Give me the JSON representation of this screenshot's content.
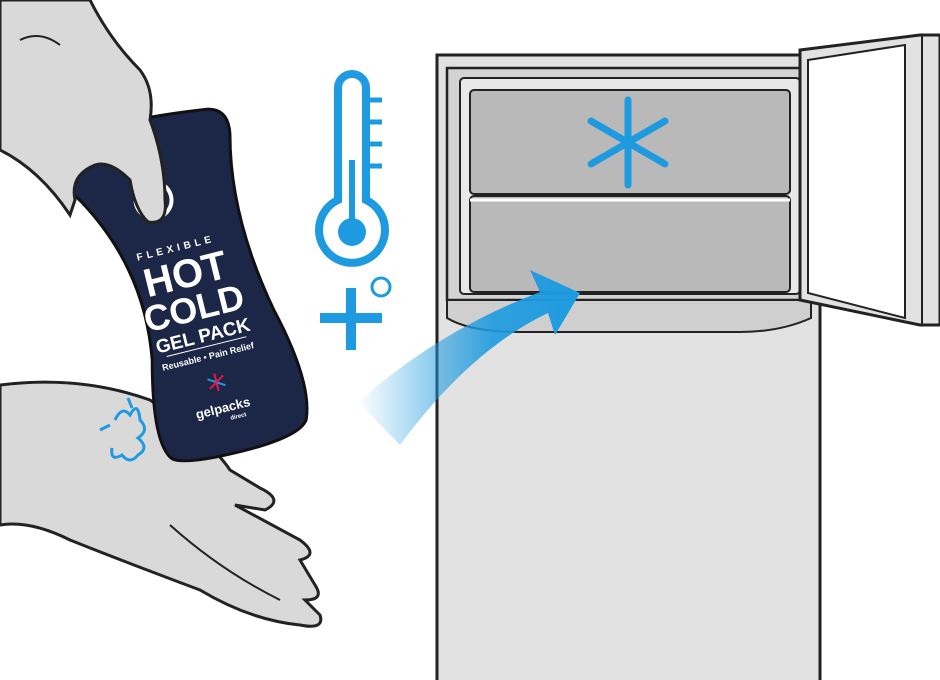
{
  "illustration": {
    "gel_pack": {
      "line1": "FLEXIBLE",
      "line2": "HOT",
      "line3": "COLD",
      "line4": "GEL PACK",
      "tagline": "Reusable • Pain Relief",
      "brand": "gelpacks",
      "brand_sub": "direct"
    },
    "icons": [
      "thermometer-icon",
      "plus-icon",
      "degree-icon",
      "snowflake-icon",
      "arrow-icon",
      "pain-burst-icon"
    ],
    "colors": {
      "accent_blue": "#1e9be0",
      "pack_navy": "#1c2747",
      "fridge_gray": "#e2e2e2",
      "freezer_gray": "#b9b9b9",
      "skin_gray": "#d9d9d9"
    }
  }
}
